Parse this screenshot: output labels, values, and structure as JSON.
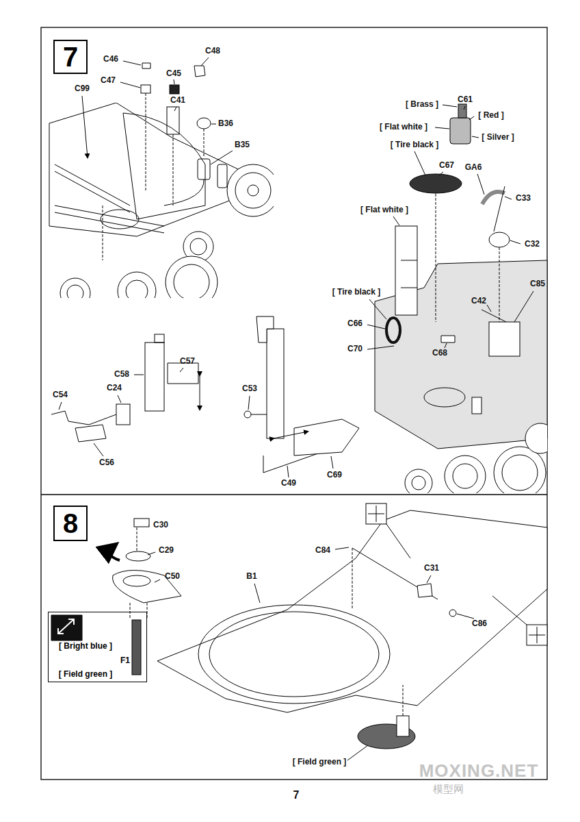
{
  "diagram": {
    "nodes": [
      {
        "text": [
          "7"
        ]
      },
      {
        "text": [
          "8"
        ]
      },
      {
        "text": [
          "[ Bright blue ]",
          "F1",
          "[ Field green ]"
        ]
      }
    ],
    "labels": [
      "C46",
      "C48",
      "C47",
      "C45",
      "C99",
      "C41",
      "B36",
      "B35",
      "C61",
      "[ Brass ]",
      "[ Red ]",
      "[ Flat white ]",
      "[ Silver ]",
      "[ Tire black ]",
      "C67",
      "GA6",
      "C33",
      "[ Flat white ]",
      "C32",
      "C85",
      "[ Tire black ]",
      "C42",
      "C66",
      "C70",
      "C68",
      "C58",
      "C57",
      "C24",
      "C54",
      "C53",
      "C56",
      "C49",
      "C69",
      "C30",
      "C29",
      "C50",
      "B1",
      "C84",
      "C31",
      "C86",
      "[ Field green ]",
      "7",
      "MOXING.NET",
      "模型网"
    ]
  }
}
